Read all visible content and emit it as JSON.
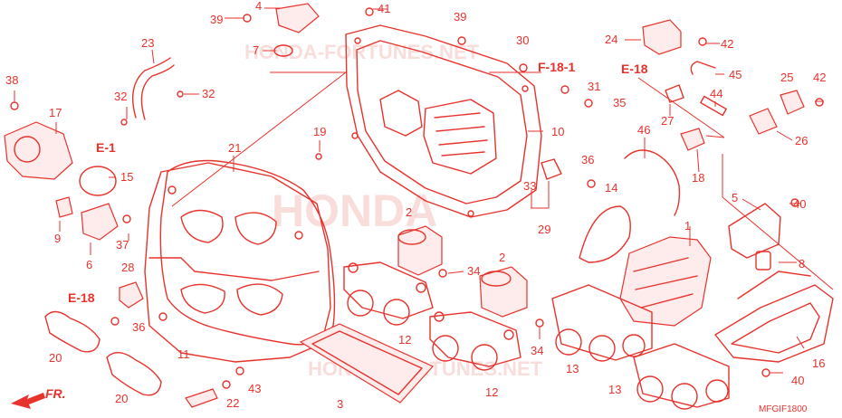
{
  "diagram": {
    "code": "MFGIF1800",
    "watermark_brand": "HONDA",
    "watermark_site": "HONDA-FORTUNES.NET",
    "front_label": "FR.",
    "refs": {
      "e1": "E-1",
      "e18_top": "E-18",
      "e18_left": "E-18",
      "f181": "F-18-1"
    },
    "labels": {
      "p1": "1",
      "p2a": "2",
      "p2b": "2",
      "p3": "3",
      "p4": "4",
      "p5": "5",
      "p6": "6",
      "p7": "7",
      "p8": "8",
      "p9": "9",
      "p10": "10",
      "p11": "11",
      "p12a": "12",
      "p12b": "12",
      "p13a": "13",
      "p13b": "13",
      "p14": "14",
      "p15": "15",
      "p16": "16",
      "p17": "17",
      "p18": "18",
      "p19": "19",
      "p20a": "20",
      "p20b": "20",
      "p21": "21",
      "p22": "22",
      "p23": "23",
      "p24": "24",
      "p25": "25",
      "p26": "26",
      "p27": "27",
      "p28": "28",
      "p29": "29",
      "p30": "30",
      "p31": "31",
      "p32a": "32",
      "p32b": "32",
      "p33": "33",
      "p34a": "34",
      "p34b": "34",
      "p35": "35",
      "p36a": "36",
      "p36b": "36",
      "p37": "37",
      "p38": "38",
      "p39a": "39",
      "p39b": "39",
      "p40a": "40",
      "p40b": "40",
      "p41": "41",
      "p42a": "42",
      "p42b": "42",
      "p43": "43",
      "p44": "44",
      "p45": "45",
      "p46": "46"
    }
  }
}
